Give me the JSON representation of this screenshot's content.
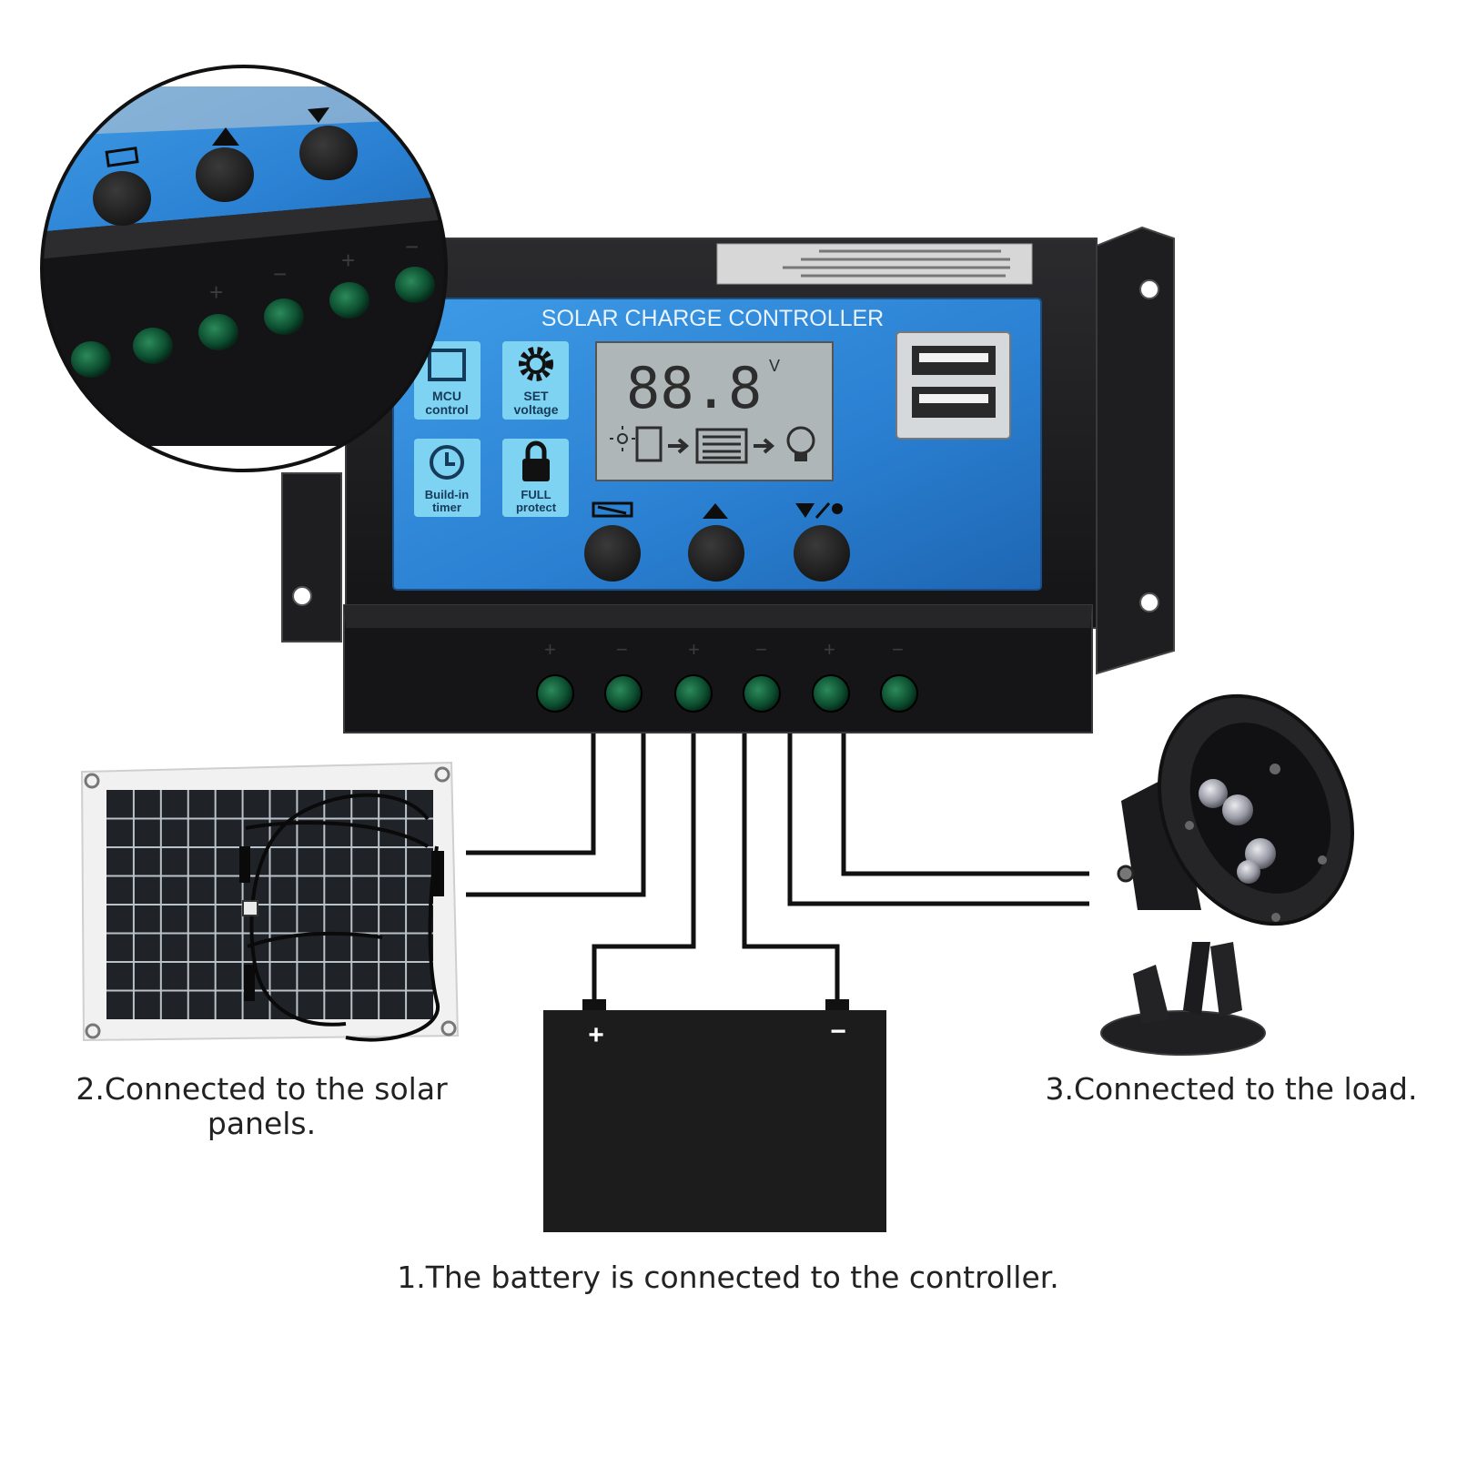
{
  "controller": {
    "title": "SOLAR CHARGE CONTROLLER",
    "lcd_digits": "88.8",
    "lcd_unit": "V",
    "features": [
      {
        "line1": "MCU",
        "line2": "control",
        "icon": "chip-icon"
      },
      {
        "line1": "SET",
        "line2": "voltage",
        "icon": "gear-icon"
      },
      {
        "line1": "Build-in",
        "line2": "timer",
        "icon": "clock-icon"
      },
      {
        "line1": "FULL",
        "line2": "protect",
        "icon": "padlock-icon"
      }
    ],
    "buttons": [
      {
        "name": "menu-button",
        "icon": "menu-icon"
      },
      {
        "name": "up-button",
        "icon": "up-arrow-icon"
      },
      {
        "name": "down-button",
        "icon": "down-arrow-bulb-icon"
      }
    ],
    "terminal_groups": [
      "solar-panel",
      "battery",
      "load"
    ],
    "terminal_signs": [
      "+",
      "−"
    ]
  },
  "battery": {
    "plus": "+",
    "minus": "−"
  },
  "captions": {
    "battery": "1.The battery is connected to the controller.",
    "solar_line1": "2.Connected to the solar",
    "solar_line2": "panels.",
    "load": "3.Connected to the load."
  },
  "colors": {
    "controller_body": "#1c1c1e",
    "panel_blue": "#2f86d6",
    "feature_tile": "#7fd3f2",
    "lcd_screen": "#aeb6b8",
    "terminal_green": "#0f5d3a",
    "wire": "#111111"
  }
}
